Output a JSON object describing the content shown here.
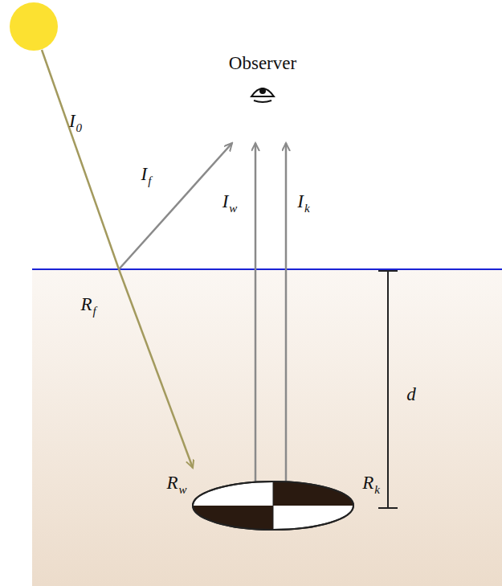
{
  "diagram": {
    "labels": [
      "Observer",
      "I0",
      "If",
      "Iw",
      "Ik",
      "Rf",
      "Rw",
      "Rk",
      "d"
    ]
  }
}
